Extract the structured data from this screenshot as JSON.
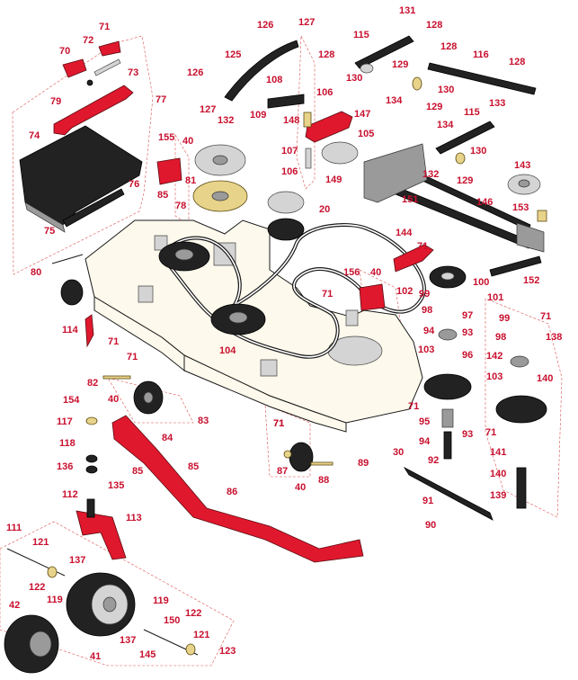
{
  "diagram": {
    "type": "exploded parts diagram",
    "callout_color": "#c8102e",
    "part_color": "#e0182d",
    "deck_color": "#fdf9ec",
    "callouts": [
      {
        "id": "c71a",
        "label": "71"
      },
      {
        "id": "c72",
        "label": "72"
      },
      {
        "id": "c70",
        "label": "70"
      },
      {
        "id": "c73",
        "label": "73"
      },
      {
        "id": "c79",
        "label": "79"
      },
      {
        "id": "c77",
        "label": "77"
      },
      {
        "id": "c74",
        "label": "74"
      },
      {
        "id": "c76",
        "label": "76"
      },
      {
        "id": "c75",
        "label": "75"
      },
      {
        "id": "c80",
        "label": "80"
      },
      {
        "id": "c126a",
        "label": "126"
      },
      {
        "id": "c127a",
        "label": "127"
      },
      {
        "id": "c125",
        "label": "125"
      },
      {
        "id": "c126b",
        "label": "126"
      },
      {
        "id": "c127b",
        "label": "127"
      },
      {
        "id": "c132a",
        "label": "132"
      },
      {
        "id": "c155",
        "label": "155"
      },
      {
        "id": "c40a",
        "label": "40"
      },
      {
        "id": "c81",
        "label": "81"
      },
      {
        "id": "c85a",
        "label": "85"
      },
      {
        "id": "c78",
        "label": "78"
      },
      {
        "id": "c108",
        "label": "108"
      },
      {
        "id": "c106a",
        "label": "106"
      },
      {
        "id": "c109",
        "label": "109"
      },
      {
        "id": "c148",
        "label": "148"
      },
      {
        "id": "c147",
        "label": "147"
      },
      {
        "id": "c105",
        "label": "105"
      },
      {
        "id": "c107",
        "label": "107"
      },
      {
        "id": "c106b",
        "label": "106"
      },
      {
        "id": "c149",
        "label": "149"
      },
      {
        "id": "c131",
        "label": "131"
      },
      {
        "id": "c128a",
        "label": "128"
      },
      {
        "id": "c115a",
        "label": "115"
      },
      {
        "id": "c128b",
        "label": "128"
      },
      {
        "id": "c128c",
        "label": "128"
      },
      {
        "id": "c116",
        "label": "116"
      },
      {
        "id": "c128d",
        "label": "128"
      },
      {
        "id": "c129a",
        "label": "129"
      },
      {
        "id": "c130a",
        "label": "130"
      },
      {
        "id": "c130b",
        "label": "130"
      },
      {
        "id": "c134a",
        "label": "134"
      },
      {
        "id": "c129b",
        "label": "129"
      },
      {
        "id": "c133",
        "label": "133"
      },
      {
        "id": "c134b",
        "label": "134"
      },
      {
        "id": "c115b",
        "label": "115"
      },
      {
        "id": "c130c",
        "label": "130"
      },
      {
        "id": "c132b",
        "label": "132"
      },
      {
        "id": "c129c",
        "label": "129"
      },
      {
        "id": "c143",
        "label": "143"
      },
      {
        "id": "c151",
        "label": "151"
      },
      {
        "id": "c146",
        "label": "146"
      },
      {
        "id": "c153",
        "label": "153"
      },
      {
        "id": "c20",
        "label": "20"
      },
      {
        "id": "c144",
        "label": "144"
      },
      {
        "id": "c71b",
        "label": "71"
      },
      {
        "id": "c40b",
        "label": "40"
      },
      {
        "id": "c156",
        "label": "156"
      },
      {
        "id": "c71c",
        "label": "71"
      },
      {
        "id": "c102",
        "label": "102"
      },
      {
        "id": "c99a",
        "label": "99"
      },
      {
        "id": "c100",
        "label": "100"
      },
      {
        "id": "c152",
        "label": "152"
      },
      {
        "id": "c101",
        "label": "101"
      },
      {
        "id": "c98a",
        "label": "98"
      },
      {
        "id": "c97",
        "label": "97"
      },
      {
        "id": "c94a",
        "label": "94"
      },
      {
        "id": "c93a",
        "label": "93"
      },
      {
        "id": "c103a",
        "label": "103"
      },
      {
        "id": "c96",
        "label": "96"
      },
      {
        "id": "c99b",
        "label": "99"
      },
      {
        "id": "c71d",
        "label": "71"
      },
      {
        "id": "c98b",
        "label": "98"
      },
      {
        "id": "c138",
        "label": "138"
      },
      {
        "id": "c142",
        "label": "142"
      },
      {
        "id": "c103b",
        "label": "103"
      },
      {
        "id": "c140a",
        "label": "140"
      },
      {
        "id": "c114",
        "label": "114"
      },
      {
        "id": "c71e",
        "label": "71"
      },
      {
        "id": "c104",
        "label": "104"
      },
      {
        "id": "c71f",
        "label": "71"
      },
      {
        "id": "c82",
        "label": "82"
      },
      {
        "id": "c40c",
        "label": "40"
      },
      {
        "id": "c83",
        "label": "83"
      },
      {
        "id": "c71g",
        "label": "71"
      },
      {
        "id": "c95",
        "label": "95"
      },
      {
        "id": "c71h",
        "label": "71"
      },
      {
        "id": "c94b",
        "label": "94"
      },
      {
        "id": "c93b",
        "label": "93"
      },
      {
        "id": "c71i",
        "label": "71"
      },
      {
        "id": "c141",
        "label": "141"
      },
      {
        "id": "c154",
        "label": "154"
      },
      {
        "id": "c117",
        "label": "117"
      },
      {
        "id": "c84",
        "label": "84"
      },
      {
        "id": "c118",
        "label": "118"
      },
      {
        "id": "c85b",
        "label": "85"
      },
      {
        "id": "c85c",
        "label": "85"
      },
      {
        "id": "c136",
        "label": "136"
      },
      {
        "id": "c135",
        "label": "135"
      },
      {
        "id": "c71j",
        "label": "71"
      },
      {
        "id": "c89",
        "label": "89"
      },
      {
        "id": "c30",
        "label": "30"
      },
      {
        "id": "c92",
        "label": "92"
      },
      {
        "id": "c87",
        "label": "87"
      },
      {
        "id": "c88",
        "label": "88"
      },
      {
        "id": "c140b",
        "label": "140"
      },
      {
        "id": "c112",
        "label": "112"
      },
      {
        "id": "c86",
        "label": "86"
      },
      {
        "id": "c40d",
        "label": "40"
      },
      {
        "id": "c91",
        "label": "91"
      },
      {
        "id": "c139",
        "label": "139"
      },
      {
        "id": "c113",
        "label": "113"
      },
      {
        "id": "c90",
        "label": "90"
      },
      {
        "id": "c111",
        "label": "111"
      },
      {
        "id": "c121a",
        "label": "121"
      },
      {
        "id": "c137a",
        "label": "137"
      },
      {
        "id": "c122a",
        "label": "122"
      },
      {
        "id": "c119a",
        "label": "119"
      },
      {
        "id": "c42",
        "label": "42"
      },
      {
        "id": "c119b",
        "label": "119"
      },
      {
        "id": "c150",
        "label": "150"
      },
      {
        "id": "c122b",
        "label": "122"
      },
      {
        "id": "c137b",
        "label": "137"
      },
      {
        "id": "c121b",
        "label": "121"
      },
      {
        "id": "c145",
        "label": "145"
      },
      {
        "id": "c123",
        "label": "123"
      },
      {
        "id": "c41",
        "label": "41"
      }
    ]
  }
}
